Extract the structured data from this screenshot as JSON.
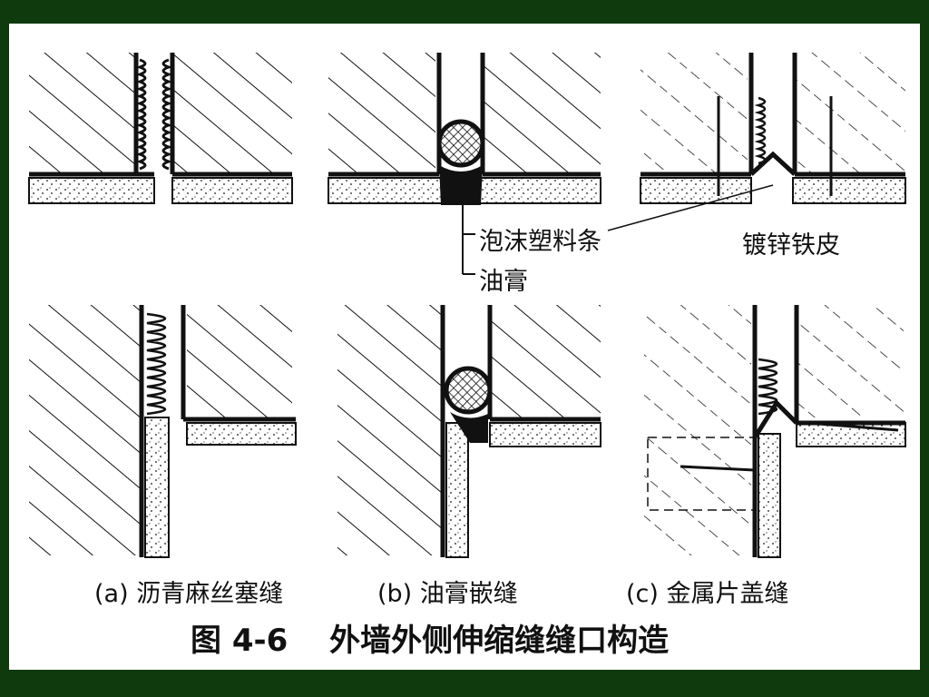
{
  "callouts": {
    "foam_strip": "泡沫塑料条",
    "mastic": "油膏",
    "galvanized_sheet": "镀锌铁皮"
  },
  "captions": {
    "a": "(a) 沥青麻丝塞缝",
    "b": "(b) 油膏嵌缝",
    "c": "(c) 金属片盖缝"
  },
  "figure_title": "图 4-6　 外墙外侧伸缩缝缝口构造",
  "colors": {
    "frame": "#0e3a0e",
    "background": "#ffffff",
    "ink": "#111111"
  }
}
